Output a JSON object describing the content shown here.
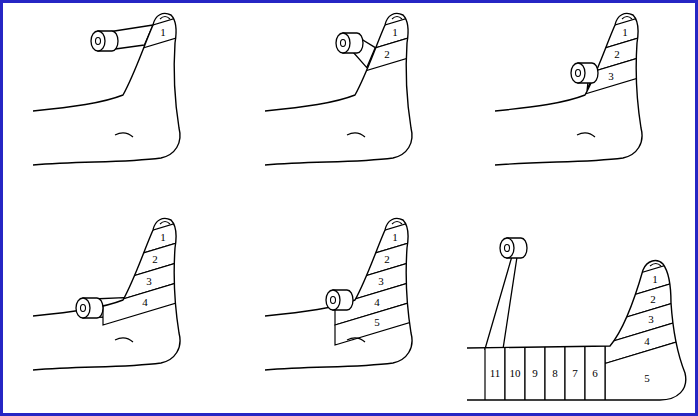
{
  "diagram": {
    "labels": [
      "1",
      "1",
      "2",
      "1",
      "2",
      "3",
      "1",
      "2",
      "3",
      "4",
      "1",
      "2",
      "3",
      "4",
      "5",
      "1",
      "2",
      "3",
      "4",
      "5",
      "6",
      "7",
      "8",
      "9",
      "10",
      "11"
    ]
  }
}
